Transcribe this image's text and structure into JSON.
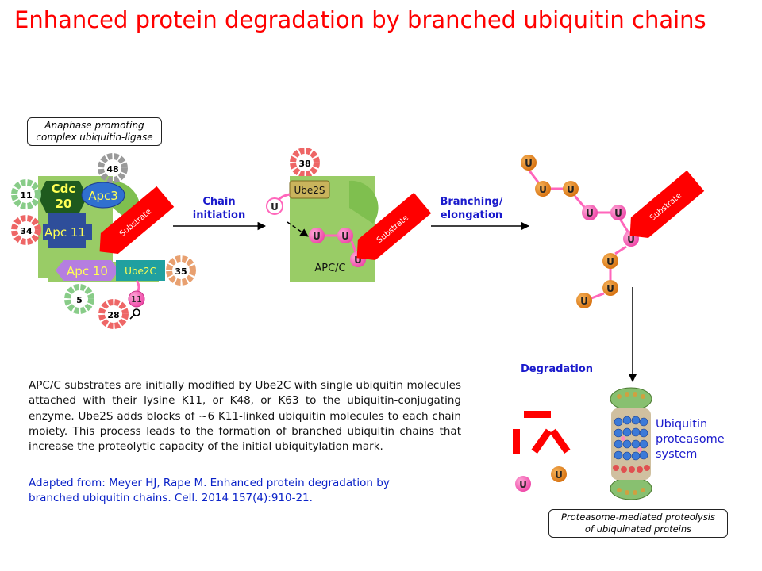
{
  "title": "Enhanced protein degradation by branched ubiquitin chains",
  "apc_box": {
    "line1": "Anaphase promoting",
    "line2": "complex ubiquitin-ligase"
  },
  "apc_subunits": {
    "cdc20_a": "Cdc",
    "cdc20_b": "20",
    "apc3": "Apc3",
    "apc11": "Apc 11",
    "apc10": "Apc 10",
    "ube2c": "Ube2C",
    "k11": "11"
  },
  "satellite_numbers": [
    "48",
    "11",
    "34",
    "35",
    "5",
    "28",
    "38"
  ],
  "substrate_label": "Substrate",
  "ube2s_label": "Ube2S",
  "apcc_label": "APC/C",
  "ubiquitin_label": "U",
  "step1": {
    "line1": "Chain",
    "line2": "initiation"
  },
  "step2": {
    "line1": "Branching/",
    "line2": "elongation"
  },
  "degradation_label": "Degradation",
  "ups": {
    "line1": "Ubiquitin",
    "line2": "proteasome",
    "line3": "system"
  },
  "proteolysis_box": {
    "line1": "Proteasome-mediated  proteolysis",
    "line2": "of ubiquinated proteins"
  },
  "description": "APC/C substrates are initially modified by Ube2C with single ubiquitin molecules attached with their lysine K11, or K48, or K63 to the ubiquitin-conjugating enzyme. Ube2S adds blocks of ~6 K11-linked ubiquitin molecules to each chain moiety. This process leads to the formation of branched ubiquitin chains that increase the proteolytic capacity of the initial ubiquitylation mark.",
  "citation": "Adapted from: Meyer HJ, Rape M. Enhanced protein degradation by branched ubiquitin chains. Cell. 2014 157(4):910-21.",
  "colors": {
    "title": "#ff0000",
    "apc_green": "#99cc66",
    "ubiquitin_orange": "#e8841a",
    "ubiquitin_pink": "#ff66bb",
    "substrate_red": "#ff0000",
    "label_blue": "#1a1acc"
  }
}
